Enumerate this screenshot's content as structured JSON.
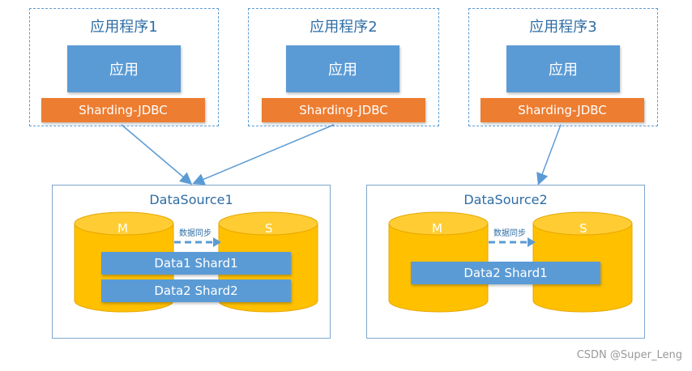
{
  "apps": [
    {
      "title": "应用程序1",
      "core": "应用",
      "middleware": "Sharding-JDBC"
    },
    {
      "title": "应用程序2",
      "core": "应用",
      "middleware": "Sharding-JDBC"
    },
    {
      "title": "应用程序3",
      "core": "应用",
      "middleware": "Sharding-JDBC"
    }
  ],
  "datasources": [
    {
      "title": "DataSource1",
      "master": "M",
      "slave": "S",
      "sync": "数据同步",
      "shards": [
        "Data1 Shard1",
        "Data2 Shard2"
      ]
    },
    {
      "title": "DataSource2",
      "master": "M",
      "slave": "S",
      "sync": "数据同步",
      "shards": [
        "Data2 Shard1"
      ]
    }
  ],
  "colors": {
    "app_blue": "#5b9bd5",
    "sharding_orange": "#ed7d31",
    "db_yellow": "#ffc000",
    "arrow_blue": "#5b9bd5"
  },
  "watermark": "CSDN @Super_Leng"
}
